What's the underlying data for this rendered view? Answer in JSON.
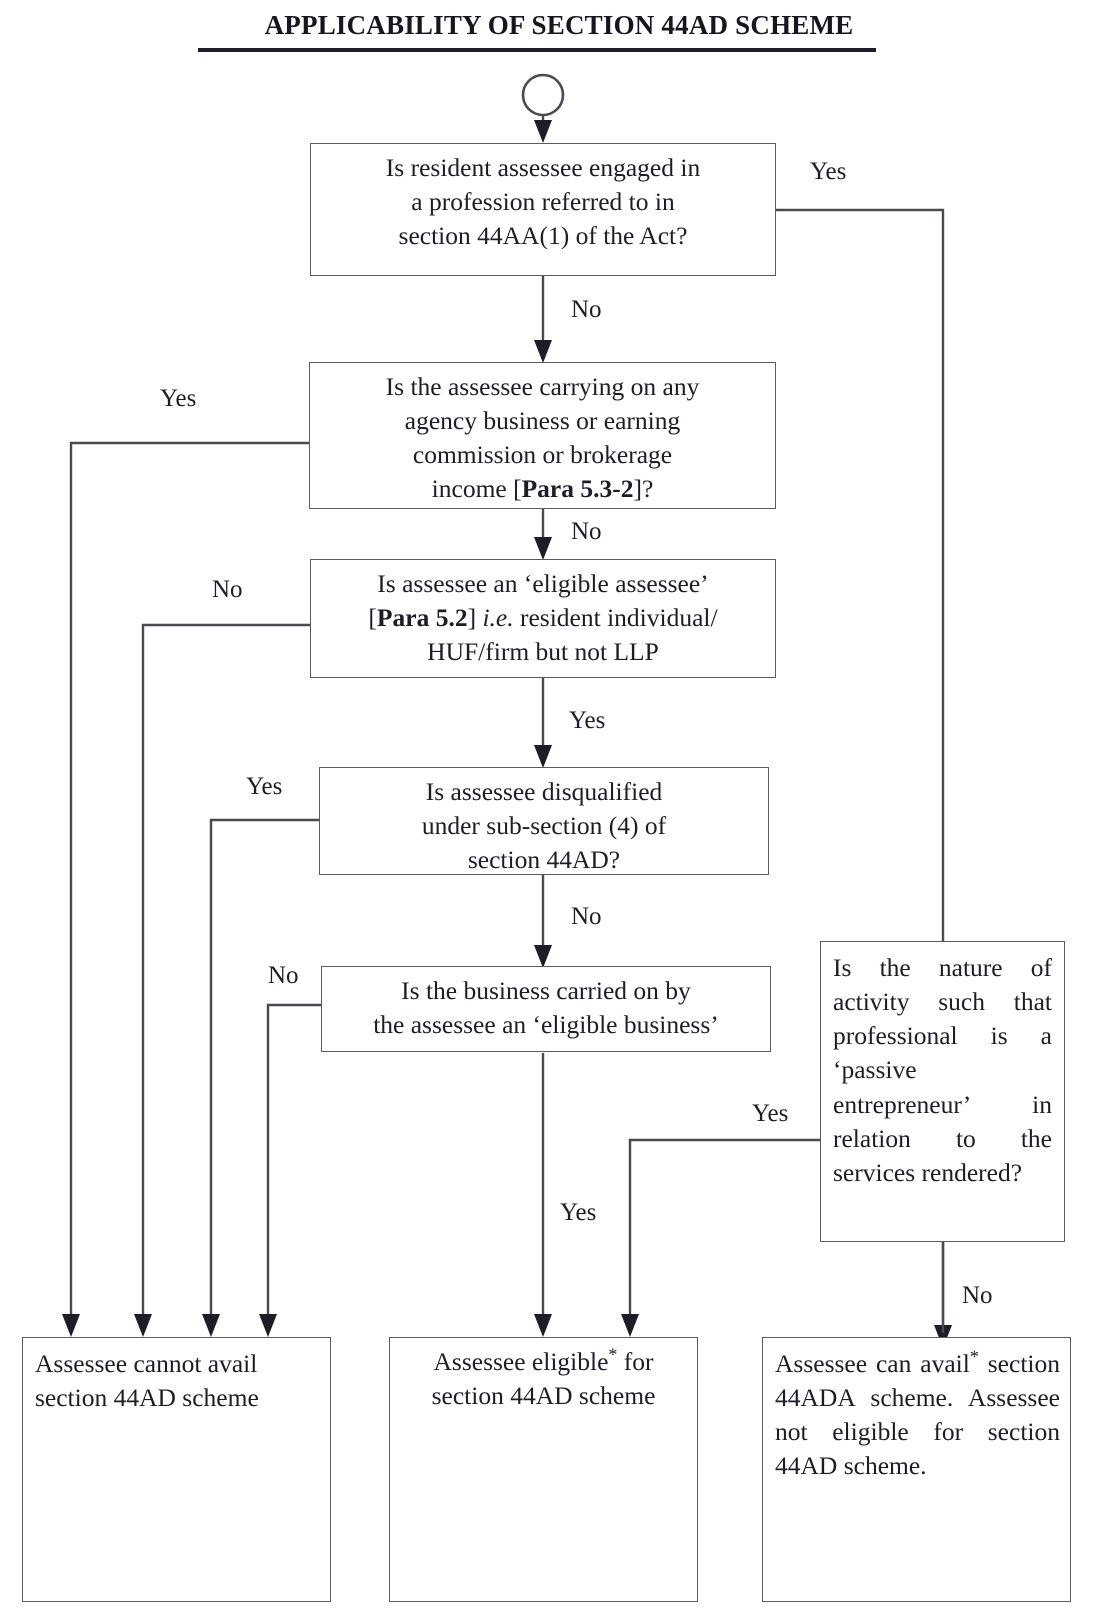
{
  "header": {
    "title": "APPLICABILITY OF SECTION 44AD SCHEME"
  },
  "chart_data": {
    "type": "diagram",
    "diagram_kind": "flowchart",
    "title": "APPLICABILITY OF SECTION 44AD SCHEME",
    "start_node": "start-circle",
    "nodes": [
      {
        "id": "q1",
        "shape": "rectangle",
        "text": "Is resident assessee engaged in a profession referred to in section 44AA(1) of the Act?"
      },
      {
        "id": "q2",
        "shape": "rectangle",
        "text": "Is the assessee carrying on any agency business or earning commission or brokerage income [Para 5.3-2]?"
      },
      {
        "id": "q3",
        "shape": "rectangle",
        "text": "Is assessee an 'eligible assessee' [Para 5.2] i.e. resident individual/HUF/firm but not LLP"
      },
      {
        "id": "q4",
        "shape": "rectangle",
        "text": "Is assessee disqualified under sub-section (4) of section 44AD?"
      },
      {
        "id": "q5",
        "shape": "rectangle",
        "text": "Is the business carried on by the assessee an 'eligible business'"
      },
      {
        "id": "q6",
        "shape": "rectangle",
        "text": "Is the nature of activity such that professional is a 'passive entrepreneur' in relation to the services rendered?"
      },
      {
        "id": "r1",
        "shape": "rectangle",
        "text": "Assessee cannot avail section 44AD scheme"
      },
      {
        "id": "r2",
        "shape": "rectangle",
        "text": "Assessee eligible* for section 44AD scheme"
      },
      {
        "id": "r3",
        "shape": "rectangle",
        "text": "Assessee can avail* section 44ADA scheme. Assessee not eligible for section 44AD scheme."
      }
    ],
    "edges": [
      {
        "from": "start-circle",
        "to": "q1",
        "label": ""
      },
      {
        "from": "q1",
        "to": "q6",
        "label": "Yes"
      },
      {
        "from": "q1",
        "to": "q2",
        "label": "No"
      },
      {
        "from": "q2",
        "to": "r1",
        "label": "Yes"
      },
      {
        "from": "q2",
        "to": "q3",
        "label": "No"
      },
      {
        "from": "q3",
        "to": "r1",
        "label": "No"
      },
      {
        "from": "q3",
        "to": "q4",
        "label": "Yes"
      },
      {
        "from": "q4",
        "to": "r1",
        "label": "Yes"
      },
      {
        "from": "q4",
        "to": "q5",
        "label": "No"
      },
      {
        "from": "q5",
        "to": "r1",
        "label": "No"
      },
      {
        "from": "q5",
        "to": "r2",
        "label": "Yes"
      },
      {
        "from": "q6",
        "to": "r2",
        "label": "Yes"
      },
      {
        "from": "q6",
        "to": "r3",
        "label": "No"
      }
    ]
  },
  "nodes": {
    "q1": {
      "line1": "Is resident assessee engaged in",
      "line2": "a profession referred to in",
      "line3": "section 44AA(1) of the Act?"
    },
    "q2": {
      "line1": "Is the assessee carrying on any",
      "line2": "agency business or earning",
      "line3": "commission or brokerage",
      "line4_pre": "income [",
      "line4_bold": "Para 5.3-2",
      "line4_post": "]?"
    },
    "q3": {
      "line1": "Is assessee an ‘eligible assessee’",
      "line2_pre": "[",
      "line2_bold": "Para 5.2",
      "line2_mid": "] ",
      "line2_ital": "i.e.",
      "line2_post": " resident individual/",
      "line3": "HUF/firm but not LLP"
    },
    "q4": {
      "line1": "Is assessee disqualified",
      "line2": "under sub-section (4) of",
      "line3": "section 44AD?"
    },
    "q5": {
      "line1": "Is the business carried on by",
      "line2": "the assessee an ‘eligible business’"
    },
    "q6": {
      "text": "Is the nature of activity such that professional is a ‘passive entrepreneur’ in relation to the services rendered?"
    },
    "r1": {
      "line1": "Assessee cannot avail",
      "line2": "section 44AD scheme"
    },
    "r2": {
      "line1_pre": "Assessee eligible",
      "line1_ast": "*",
      "line1_post": " for",
      "line2": "section 44AD scheme"
    },
    "r3": {
      "pre": "Assessee can avail",
      "ast": "*",
      "post": " section 44ADA scheme. Assessee not eligible for section 44AD scheme."
    }
  },
  "labels": {
    "yes_q1": "Yes",
    "no_q1": "No",
    "yes_q2": "Yes",
    "no_q2": "No",
    "no_q3": "No",
    "yes_q3": "Yes",
    "yes_q4": "Yes",
    "no_q4": "No",
    "no_q5": "No",
    "yes_q5": "Yes",
    "yes_q6": "Yes",
    "no_q6": "No"
  },
  "colors": {
    "stroke": "#4a4a52",
    "box_border": "#5a5a62",
    "text": "#1d1d28",
    "background": "#ffffff"
  }
}
